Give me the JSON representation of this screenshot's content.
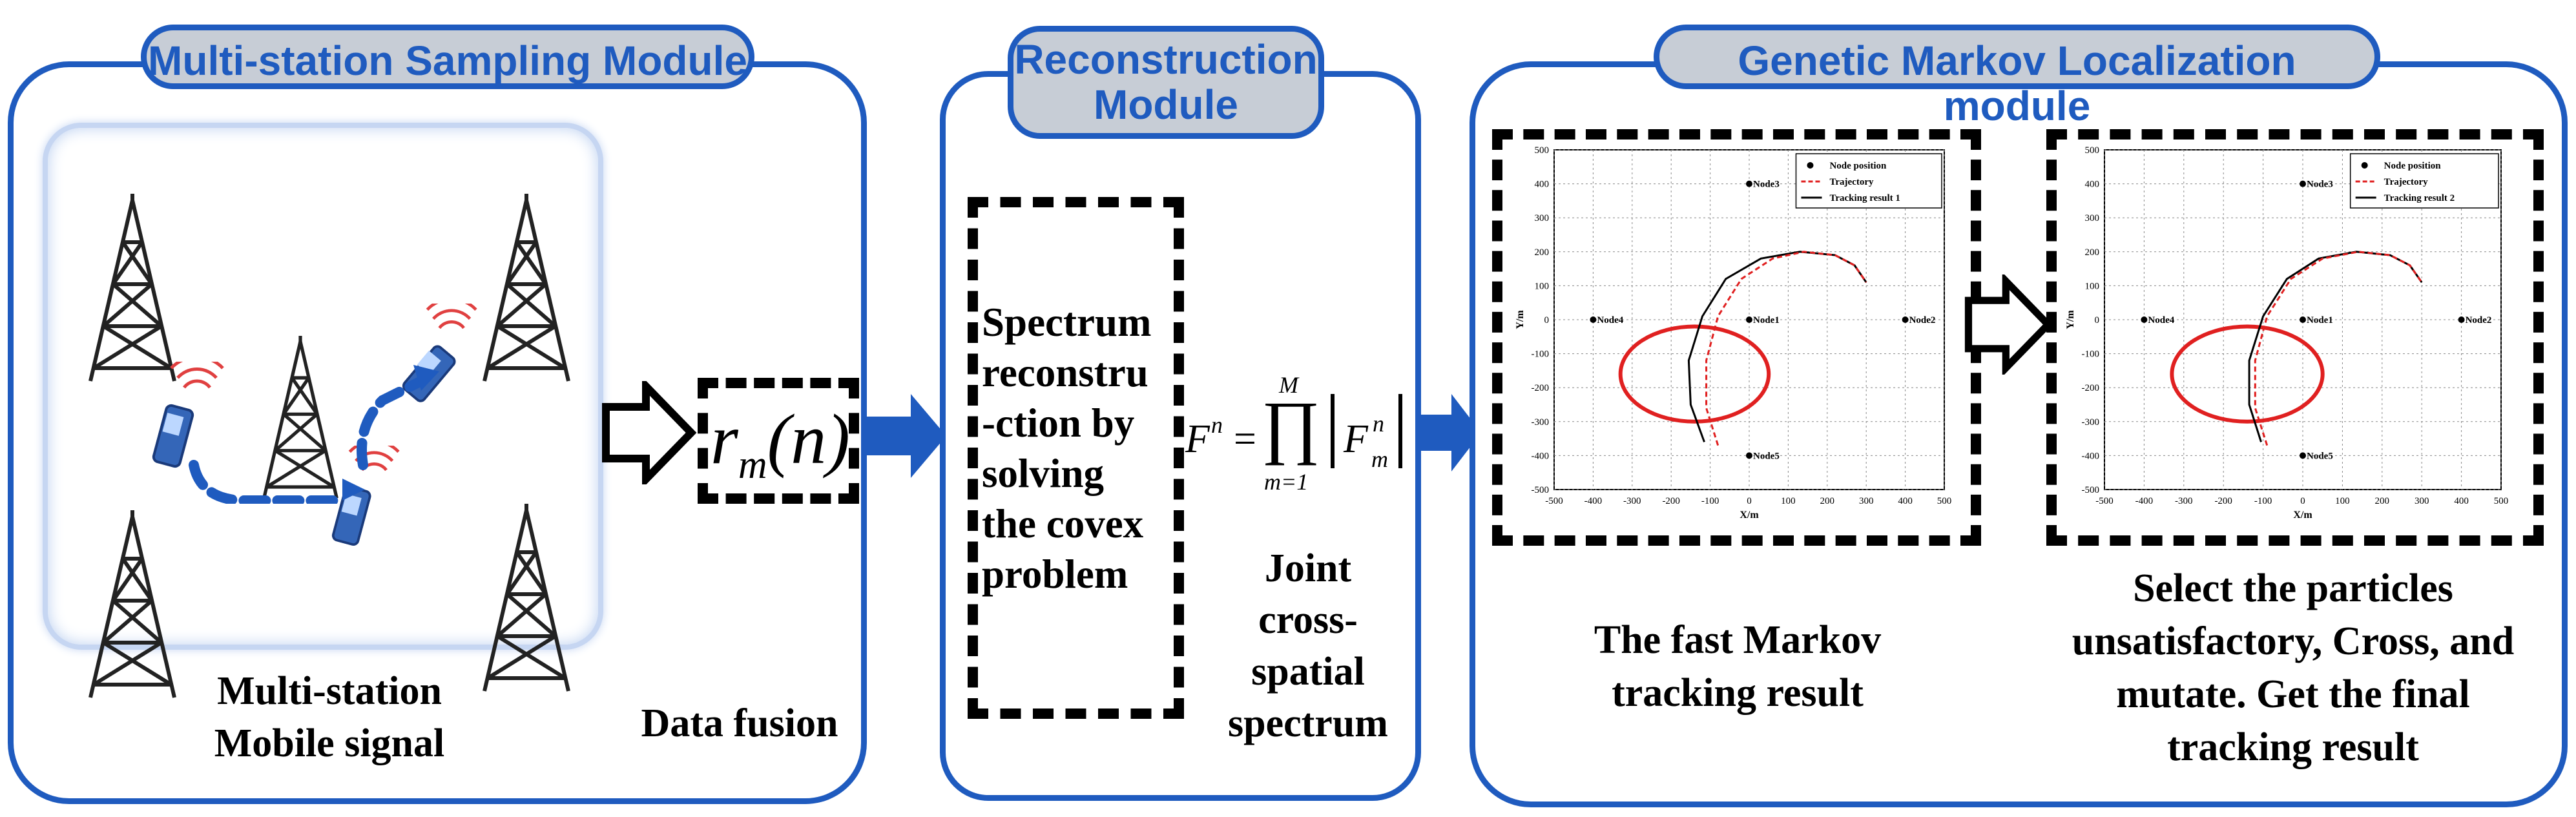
{
  "colors": {
    "module_blue": "#1f5bbf",
    "title_fill": "#c7cdd6",
    "flow_arrow": "#1f5bbf",
    "circle_red": "#e02020"
  },
  "sampling": {
    "title": "Multi-station Sampling Module",
    "caption_line1": "Multi-station",
    "caption_line2": "Mobile signal",
    "fusion_caption": "Data fusion",
    "formula_r": "r",
    "formula_m": "m",
    "formula_n": "(n)",
    "icons": [
      "tower-icon",
      "phone-icon",
      "curved-arrow-icon"
    ]
  },
  "reconstruction": {
    "title_line1": "Reconstruction",
    "title_line2": "Module",
    "box_lines": [
      "Spectrum",
      "reconstru",
      "-ction by",
      "solving",
      "the covex",
      "problem"
    ],
    "formula": {
      "lhs": "F",
      "lhs_sup": "n",
      "eq": "=",
      "prod_top": "M",
      "prod_bottom": "m=1",
      "term": "F",
      "term_sup": "n",
      "term_sub": "m"
    },
    "joint_lines": [
      "Joint",
      "cross-",
      "spatial",
      "spectrum"
    ]
  },
  "localization": {
    "title": "Genetic Markov Localization module",
    "caption1_lines": [
      "The fast Markov",
      "tracking result"
    ],
    "caption2_lines": [
      "Select the particles",
      "unsatisfactory, Cross, and",
      "mutate. Get the final",
      "tracking result"
    ]
  },
  "chart_data": [
    {
      "type": "line",
      "xlabel": "X/m",
      "ylabel": "Y/m",
      "xlim": [
        -500,
        500
      ],
      "ylim": [
        -500,
        500
      ],
      "xticks": [
        "-500",
        "-400",
        "-300",
        "-200",
        "-100",
        "0",
        "100",
        "200",
        "300",
        "400",
        "500"
      ],
      "yticks": [
        "500",
        "400",
        "300",
        "200",
        "100",
        "0",
        "-100",
        "-200",
        "-300",
        "-400",
        "-500"
      ],
      "grid": true,
      "legend": "top-right",
      "legend_entries": [
        "Node position",
        "Trajectory",
        "Tracking result 1"
      ],
      "nodes": [
        {
          "name": "Node3",
          "x": 0,
          "y": 400
        },
        {
          "name": "Node4",
          "x": -400,
          "y": 0
        },
        {
          "name": "Node1",
          "x": 0,
          "y": 0
        },
        {
          "name": "Node2",
          "x": 400,
          "y": 0
        },
        {
          "name": "Node5",
          "x": 0,
          "y": -400
        }
      ],
      "circle": {
        "cx": -140,
        "cy": -160,
        "rx": 190,
        "ry": 140
      },
      "trajectory": [
        [
          -80,
          -370
        ],
        [
          -110,
          -260
        ],
        [
          -110,
          -120
        ],
        [
          -80,
          10
        ],
        [
          -20,
          120
        ],
        [
          60,
          180
        ],
        [
          140,
          200
        ],
        [
          220,
          190
        ],
        [
          270,
          160
        ],
        [
          300,
          110
        ]
      ],
      "tracking": [
        [
          -115,
          -360
        ],
        [
          -150,
          -250
        ],
        [
          -155,
          -120
        ],
        [
          -120,
          10
        ],
        [
          -60,
          120
        ],
        [
          30,
          180
        ],
        [
          130,
          200
        ],
        [
          220,
          190
        ],
        [
          270,
          160
        ],
        [
          300,
          110
        ]
      ]
    },
    {
      "type": "line",
      "xlabel": "X/m",
      "ylabel": "Y/m",
      "xlim": [
        -500,
        500
      ],
      "ylim": [
        -500,
        500
      ],
      "xticks": [
        "-500",
        "-400",
        "-300",
        "-200",
        "-100",
        "0",
        "100",
        "200",
        "300",
        "400",
        "500"
      ],
      "yticks": [
        "500",
        "400",
        "300",
        "200",
        "100",
        "0",
        "-100",
        "-200",
        "-300",
        "-400",
        "-500"
      ],
      "grid": true,
      "legend": "top-right",
      "legend_entries": [
        "Node position",
        "Trajectory",
        "Tracking result 2"
      ],
      "nodes": [
        {
          "name": "Node3",
          "x": 0,
          "y": 400
        },
        {
          "name": "Node4",
          "x": -400,
          "y": 0
        },
        {
          "name": "Node1",
          "x": 0,
          "y": 0
        },
        {
          "name": "Node2",
          "x": 400,
          "y": 0
        },
        {
          "name": "Node5",
          "x": 0,
          "y": -400
        }
      ],
      "circle": {
        "cx": -140,
        "cy": -160,
        "rx": 190,
        "ry": 140
      },
      "trajectory": [
        [
          -90,
          -370
        ],
        [
          -120,
          -260
        ],
        [
          -120,
          -120
        ],
        [
          -90,
          10
        ],
        [
          -30,
          120
        ],
        [
          50,
          180
        ],
        [
          140,
          200
        ],
        [
          220,
          190
        ],
        [
          270,
          160
        ],
        [
          300,
          110
        ]
      ],
      "tracking": [
        [
          -105,
          -360
        ],
        [
          -135,
          -250
        ],
        [
          -135,
          -120
        ],
        [
          -100,
          10
        ],
        [
          -40,
          120
        ],
        [
          40,
          180
        ],
        [
          135,
          200
        ],
        [
          220,
          190
        ],
        [
          270,
          160
        ],
        [
          300,
          110
        ]
      ]
    }
  ]
}
